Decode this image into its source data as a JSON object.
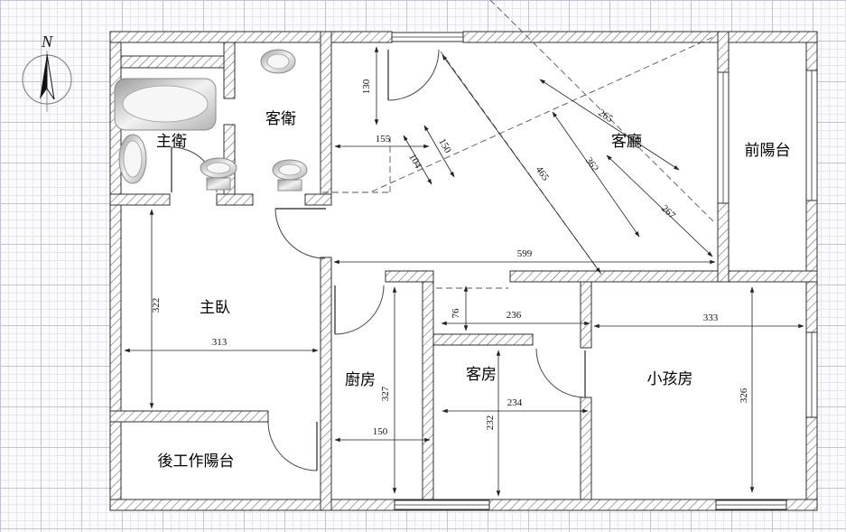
{
  "colors": {
    "paper": "#ffffff",
    "grid_minor": "#e5e5ec",
    "grid_major": "#c3c3cf",
    "wall_line": "#2f2f2f",
    "dimension_text": "#111111"
  },
  "compass": {
    "label": "N"
  },
  "rooms": {
    "master_bath": "主衛",
    "guest_bath": "客衛",
    "living": "客廳",
    "front_balcony": "前陽台",
    "master_bedroom": "主臥",
    "kitchen": "廚房",
    "guest_room": "客房",
    "kids_room": "小孩房",
    "rear_balcony": "後工作陽台"
  },
  "dims": {
    "d130": "130",
    "d155": "155",
    "d104": "104",
    "d150a": "150",
    "d265": "265",
    "d362": "362",
    "d465": "465",
    "d267": "267",
    "d599": "599",
    "d322": "322",
    "d313": "313",
    "d76": "76",
    "d236": "236",
    "d333": "333",
    "d327": "327",
    "d234": "234",
    "d232": "232",
    "d326": "326",
    "d150b": "150"
  }
}
